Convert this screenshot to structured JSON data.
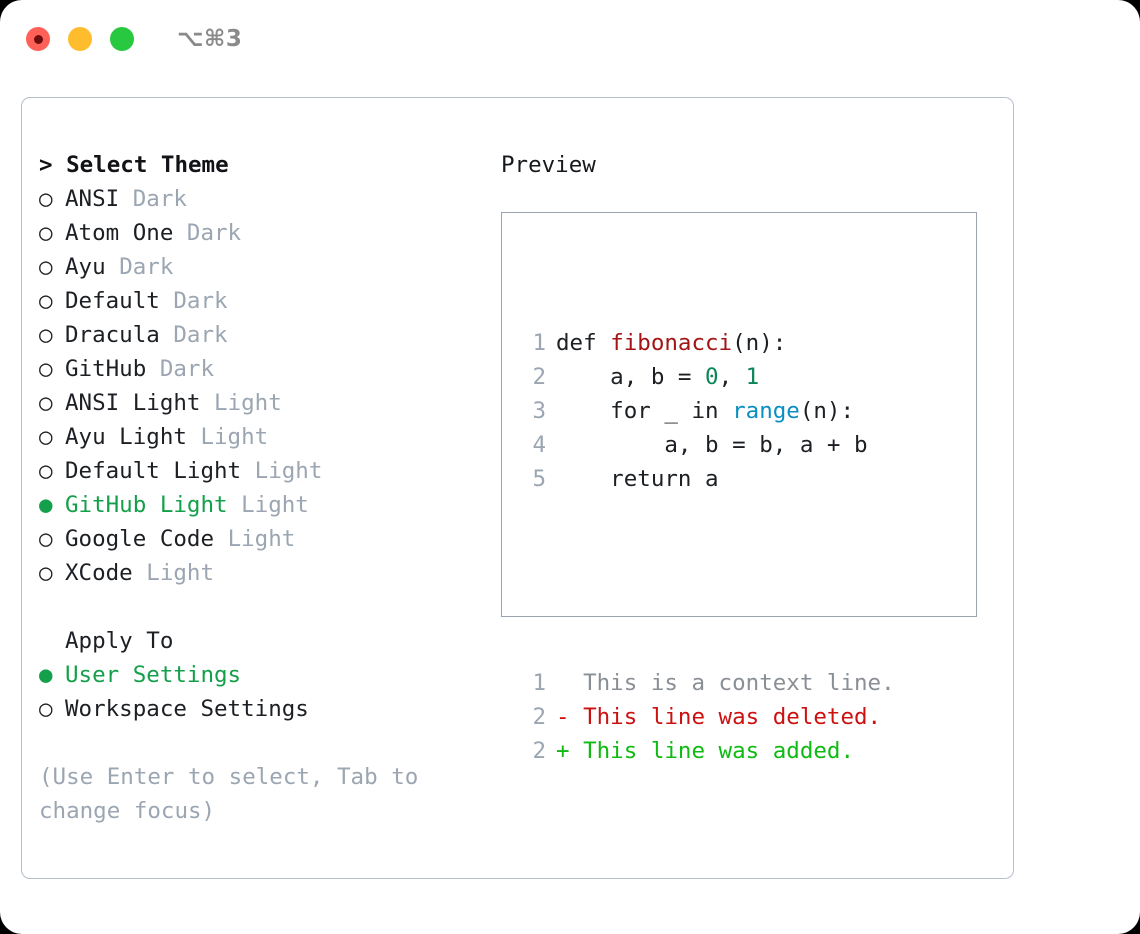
{
  "titlebar": {
    "shortcut": "⌥⌘3",
    "buttons": [
      {
        "name": "close",
        "color": "#ff6159"
      },
      {
        "name": "minimize",
        "color": "#ffbd2e"
      },
      {
        "name": "zoom",
        "color": "#28c840"
      }
    ]
  },
  "theme_picker": {
    "title": "> Select Theme",
    "items": [
      {
        "marker": "○",
        "name": "ANSI",
        "category": "Dark",
        "selected": false
      },
      {
        "marker": "○",
        "name": "Atom One",
        "category": "Dark",
        "selected": false
      },
      {
        "marker": "○",
        "name": "Ayu",
        "category": "Dark",
        "selected": false
      },
      {
        "marker": "○",
        "name": "Default",
        "category": "Dark",
        "selected": false
      },
      {
        "marker": "○",
        "name": "Dracula",
        "category": "Dark",
        "selected": false
      },
      {
        "marker": "○",
        "name": "GitHub",
        "category": "Dark",
        "selected": false
      },
      {
        "marker": "○",
        "name": "ANSI Light",
        "category": "Light",
        "selected": false
      },
      {
        "marker": "○",
        "name": "Ayu Light",
        "category": "Light",
        "selected": false
      },
      {
        "marker": "○",
        "name": "Default Light",
        "category": "Light",
        "selected": false
      },
      {
        "marker": "●",
        "name": "GitHub Light",
        "category": "Light",
        "selected": true
      },
      {
        "marker": "○",
        "name": "Google Code",
        "category": "Light",
        "selected": false
      },
      {
        "marker": "○",
        "name": "XCode",
        "category": "Light",
        "selected": false
      }
    ]
  },
  "apply_to": {
    "heading": "Apply To",
    "options": [
      {
        "marker": "●",
        "label": "User Settings",
        "selected": true
      },
      {
        "marker": "○",
        "label": "Workspace Settings",
        "selected": false
      }
    ]
  },
  "hint": "(Use Enter to select, Tab to change focus)",
  "preview": {
    "title": "Preview",
    "code_lines": [
      {
        "num": "1",
        "tokens": [
          {
            "text": "def ",
            "type": "plain"
          },
          {
            "text": "fibonacci",
            "type": "fn"
          },
          {
            "text": "(n):",
            "type": "plain"
          }
        ]
      },
      {
        "num": "2",
        "tokens": [
          {
            "text": "    a, b = ",
            "type": "plain"
          },
          {
            "text": "0",
            "type": "num"
          },
          {
            "text": ", ",
            "type": "plain"
          },
          {
            "text": "1",
            "type": "num"
          }
        ]
      },
      {
        "num": "3",
        "tokens": [
          {
            "text": "    for _ in ",
            "type": "plain"
          },
          {
            "text": "range",
            "type": "kw"
          },
          {
            "text": "(n):",
            "type": "plain"
          }
        ]
      },
      {
        "num": "4",
        "tokens": [
          {
            "text": "        a, b = b, a + b",
            "type": "plain"
          }
        ]
      },
      {
        "num": "5",
        "tokens": [
          {
            "text": "    return a",
            "type": "plain"
          }
        ]
      }
    ],
    "diff_lines": [
      {
        "num": "1",
        "sign": " ",
        "text": " This is a context line.",
        "type": "ctx"
      },
      {
        "num": "2",
        "sign": "-",
        "text": " This line was deleted.",
        "type": "del"
      },
      {
        "num": "2",
        "sign": "+",
        "text": " This line was added.",
        "type": "add"
      }
    ]
  },
  "colors": {
    "accent_green": "#14a04a",
    "muted_gray": "#9ba6b2",
    "panel_border": "#b6bec8",
    "preview_border": "#9aa5b1",
    "fn_red": "#a31515",
    "num_teal": "#098658",
    "kw_blue": "#0b8ec1",
    "diff_delete": "#cc1111",
    "diff_add": "#0fbb12"
  }
}
